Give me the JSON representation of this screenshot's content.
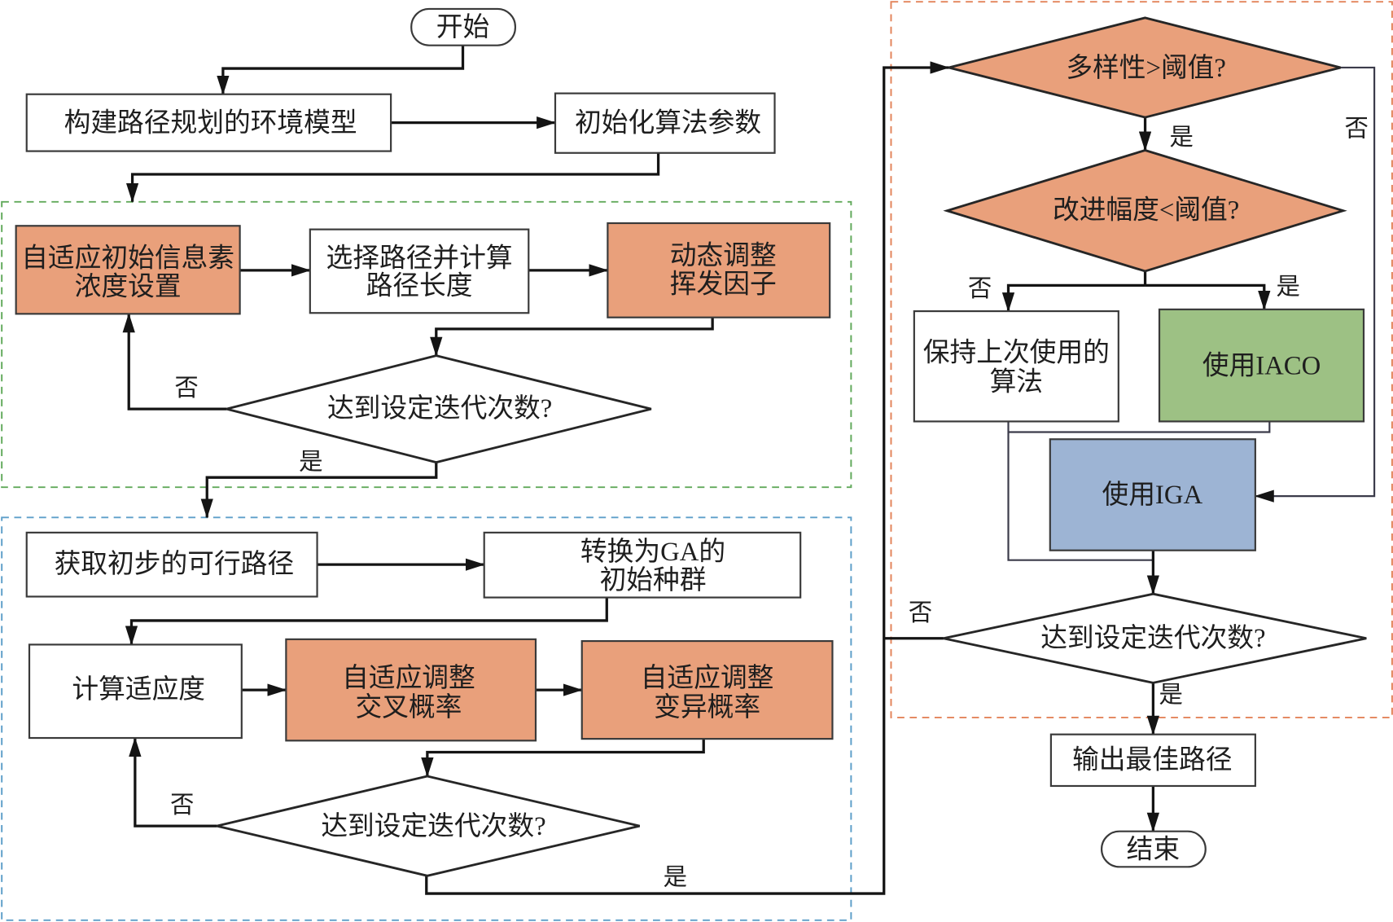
{
  "colors": {
    "adaptive_step": "#E9A07B",
    "iaco": "#9DC184",
    "iga": "#9DB4D4",
    "aco_group_border": "#62AA5C",
    "ga_group_border": "#5E9FC9",
    "switch_group_border": "#E3845A"
  },
  "nodes": {
    "start": {
      "lines": [
        "开始"
      ]
    },
    "build_env_model": {
      "lines": [
        "构建路径规划的环境模型"
      ]
    },
    "init_params": {
      "lines": [
        "初始化算法参数"
      ]
    },
    "adaptive_pheromone": {
      "lines": [
        "自适应初始信息素",
        "浓度设置"
      ]
    },
    "select_path": {
      "lines": [
        "选择路径并计算",
        "路径长度"
      ]
    },
    "dynamic_volatility": {
      "lines": [
        "动态调整",
        "挥发因子"
      ]
    },
    "aco_iter_check": {
      "lines": [
        "达到设定迭代次数?"
      ]
    },
    "get_feasible_paths": {
      "lines": [
        "获取初步的可行路径"
      ]
    },
    "convert_ga_population": {
      "lines": [
        "转换为GA的",
        "初始种群"
      ]
    },
    "calc_fitness": {
      "lines": [
        "计算适应度"
      ]
    },
    "adaptive_crossover": {
      "lines": [
        "自适应调整",
        "交叉概率"
      ]
    },
    "adaptive_mutation": {
      "lines": [
        "自适应调整",
        "变异概率"
      ]
    },
    "ga_iter_check": {
      "lines": [
        "达到设定迭代次数?"
      ]
    },
    "diversity_check": {
      "lines": [
        "多样性>阈值?"
      ]
    },
    "improvement_check": {
      "lines": [
        "改进幅度<阈值?"
      ]
    },
    "keep_last_algorithm": {
      "lines": [
        "保持上次使用的",
        "算法"
      ]
    },
    "use_iaco": {
      "lines": [
        "使用IACO"
      ]
    },
    "use_iga": {
      "lines": [
        "使用IGA"
      ]
    },
    "hybrid_iter_check": {
      "lines": [
        "达到设定迭代次数?"
      ]
    },
    "output_best_path": {
      "lines": [
        "输出最佳路径"
      ]
    },
    "end": {
      "lines": [
        "结束"
      ]
    }
  },
  "edge_labels": {
    "aco_iter_no": "否",
    "aco_iter_yes": "是",
    "ga_iter_no": "否",
    "ga_iter_yes": "是",
    "diversity_yes": "是",
    "diversity_no": "否",
    "improvement_no": "否",
    "improvement_yes": "是",
    "hybrid_iter_no": "否",
    "hybrid_iter_yes": "是"
  }
}
